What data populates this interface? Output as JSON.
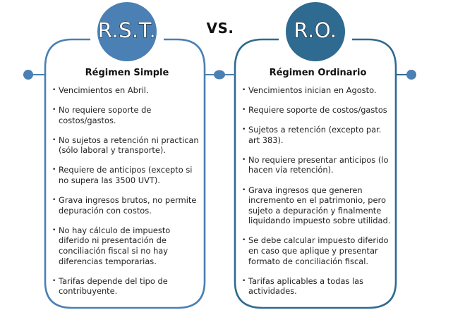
{
  "header": {
    "vs_label": "VS."
  },
  "colors": {
    "rst_badge": "#4a80b3",
    "ro_badge": "#2f6a90",
    "rst_border": "#4a80b3",
    "ro_border": "#2f6a90",
    "text": "#222222"
  },
  "left": {
    "badge": "R.S.T.",
    "title": "Régimen Simple",
    "items": [
      "Vencimientos en Abril.",
      "No requiere soporte de costos/gastos.",
      "No sujetos a retención ni practican (sólo laboral y transporte).",
      "Requiere de anticipos (excepto si no supera las 3500 UVT).",
      "Grava ingresos brutos, no permite depuración con costos.",
      "No hay cálculo de impuesto diferido ni presentación de conciliación fiscal si no hay diferencias temporarias.",
      "Tarifas depende del tipo de contribuyente."
    ]
  },
  "right": {
    "badge": "R.O.",
    "title": "Régimen Ordinario",
    "items": [
      "Vencimientos inician en Agosto.",
      "Requiere soporte de costos/gastos",
      "Sujetos a retención (excepto par. art 383).",
      "No requiere presentar anticipos (lo hacen vía retención).",
      "Grava ingresos que generen incremento en el patrimonio, pero sujeto a depuración y finalmente liquidando impuesto sobre utilidad.",
      "Se debe calcular impuesto diferido en caso que aplique y presentar formato de conciliación fiscal.",
      "Tarifas aplicables a todas las actividades."
    ]
  }
}
